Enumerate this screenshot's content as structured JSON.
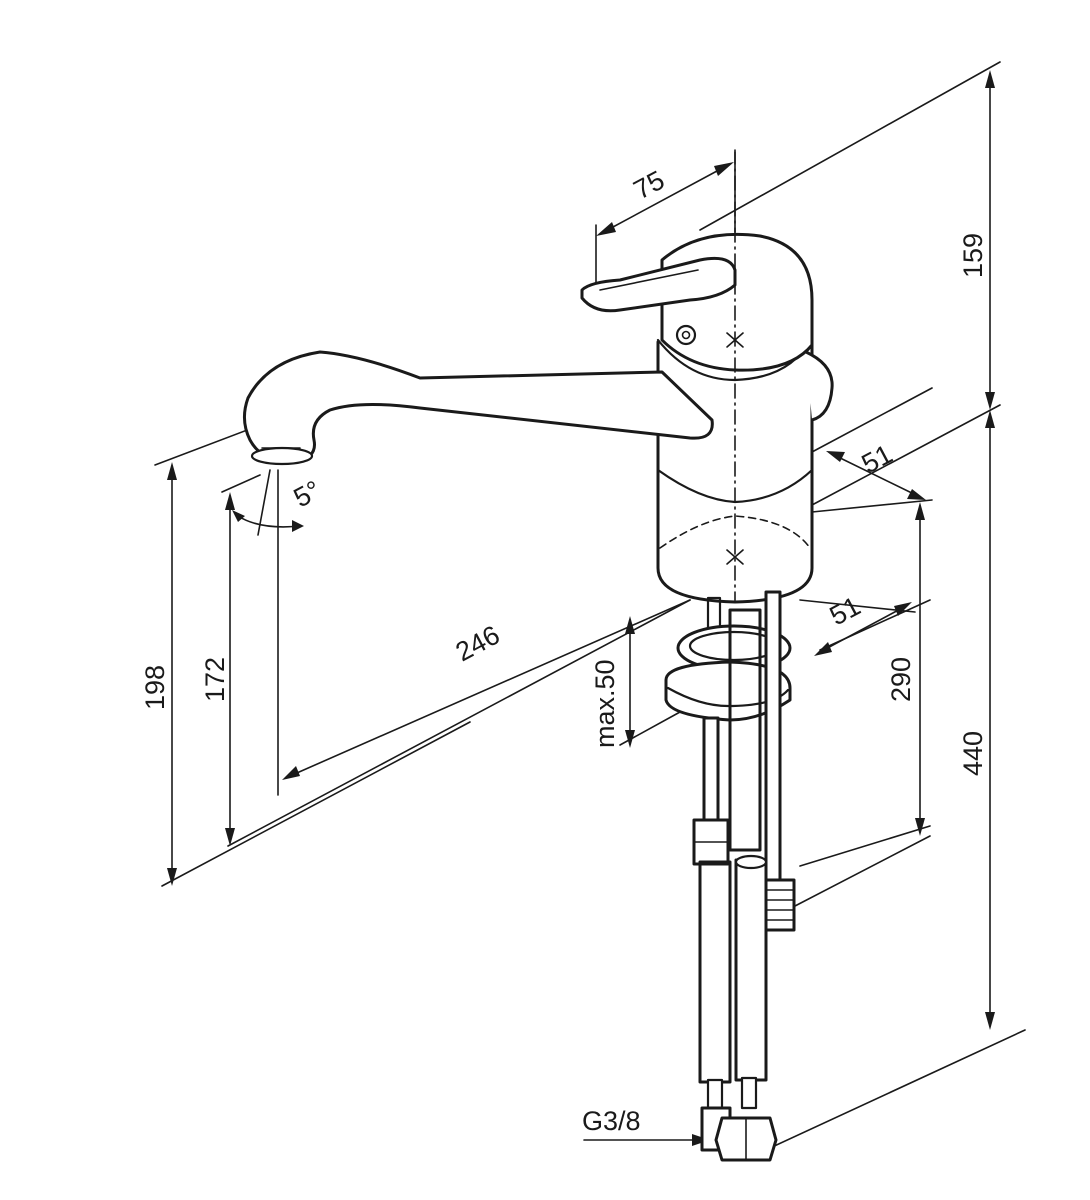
{
  "dimensions": {
    "spout_depth": "75",
    "top_height": "159",
    "spout_angle": "5°",
    "body_offset_upper": "51",
    "body_offset_lower": "51",
    "spout_reach": "246",
    "height_198": "198",
    "height_172": "172",
    "max_thickness": "max.50",
    "below_counter": "290",
    "hose_length": "440",
    "thread": "G3/8"
  },
  "colors": {
    "ink": "#1a1a1a",
    "background": "#ffffff"
  }
}
